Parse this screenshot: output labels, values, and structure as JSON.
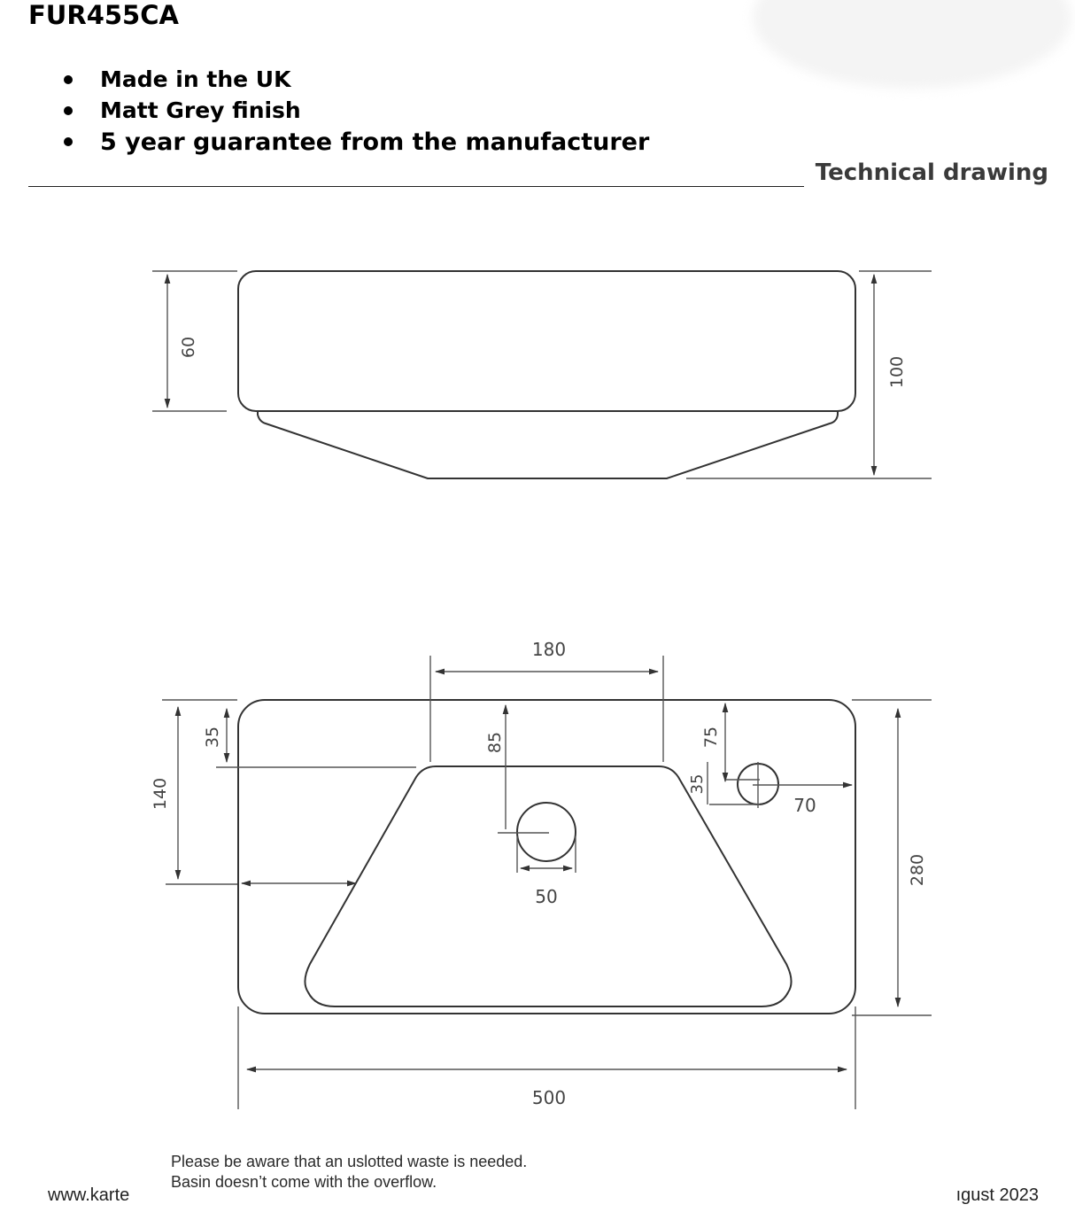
{
  "header": {
    "product_code": "FUR455CA"
  },
  "features": [
    "Made in the UK",
    "Matt Grey finish",
    "5 year guarantee from the manufacturer"
  ],
  "section_title": "Technical drawing",
  "dimensions": {
    "side_height": "60",
    "total_height": "100",
    "bowl_top_width": "180",
    "top_offset": "35",
    "waste_offset": "85",
    "tap_offset": "75",
    "tap_side_offset": "35",
    "tap_edge_offset": "70",
    "depth_front": "140",
    "total_depth": "280",
    "waste_diameter": "50",
    "total_width": "500"
  },
  "notes": {
    "line1": "Please be aware that an uslotted waste is needed.",
    "line2": "Basin doesn’t come with the overflow."
  },
  "footer": {
    "website": "www.karte",
    "date": "ıgust 2023"
  }
}
